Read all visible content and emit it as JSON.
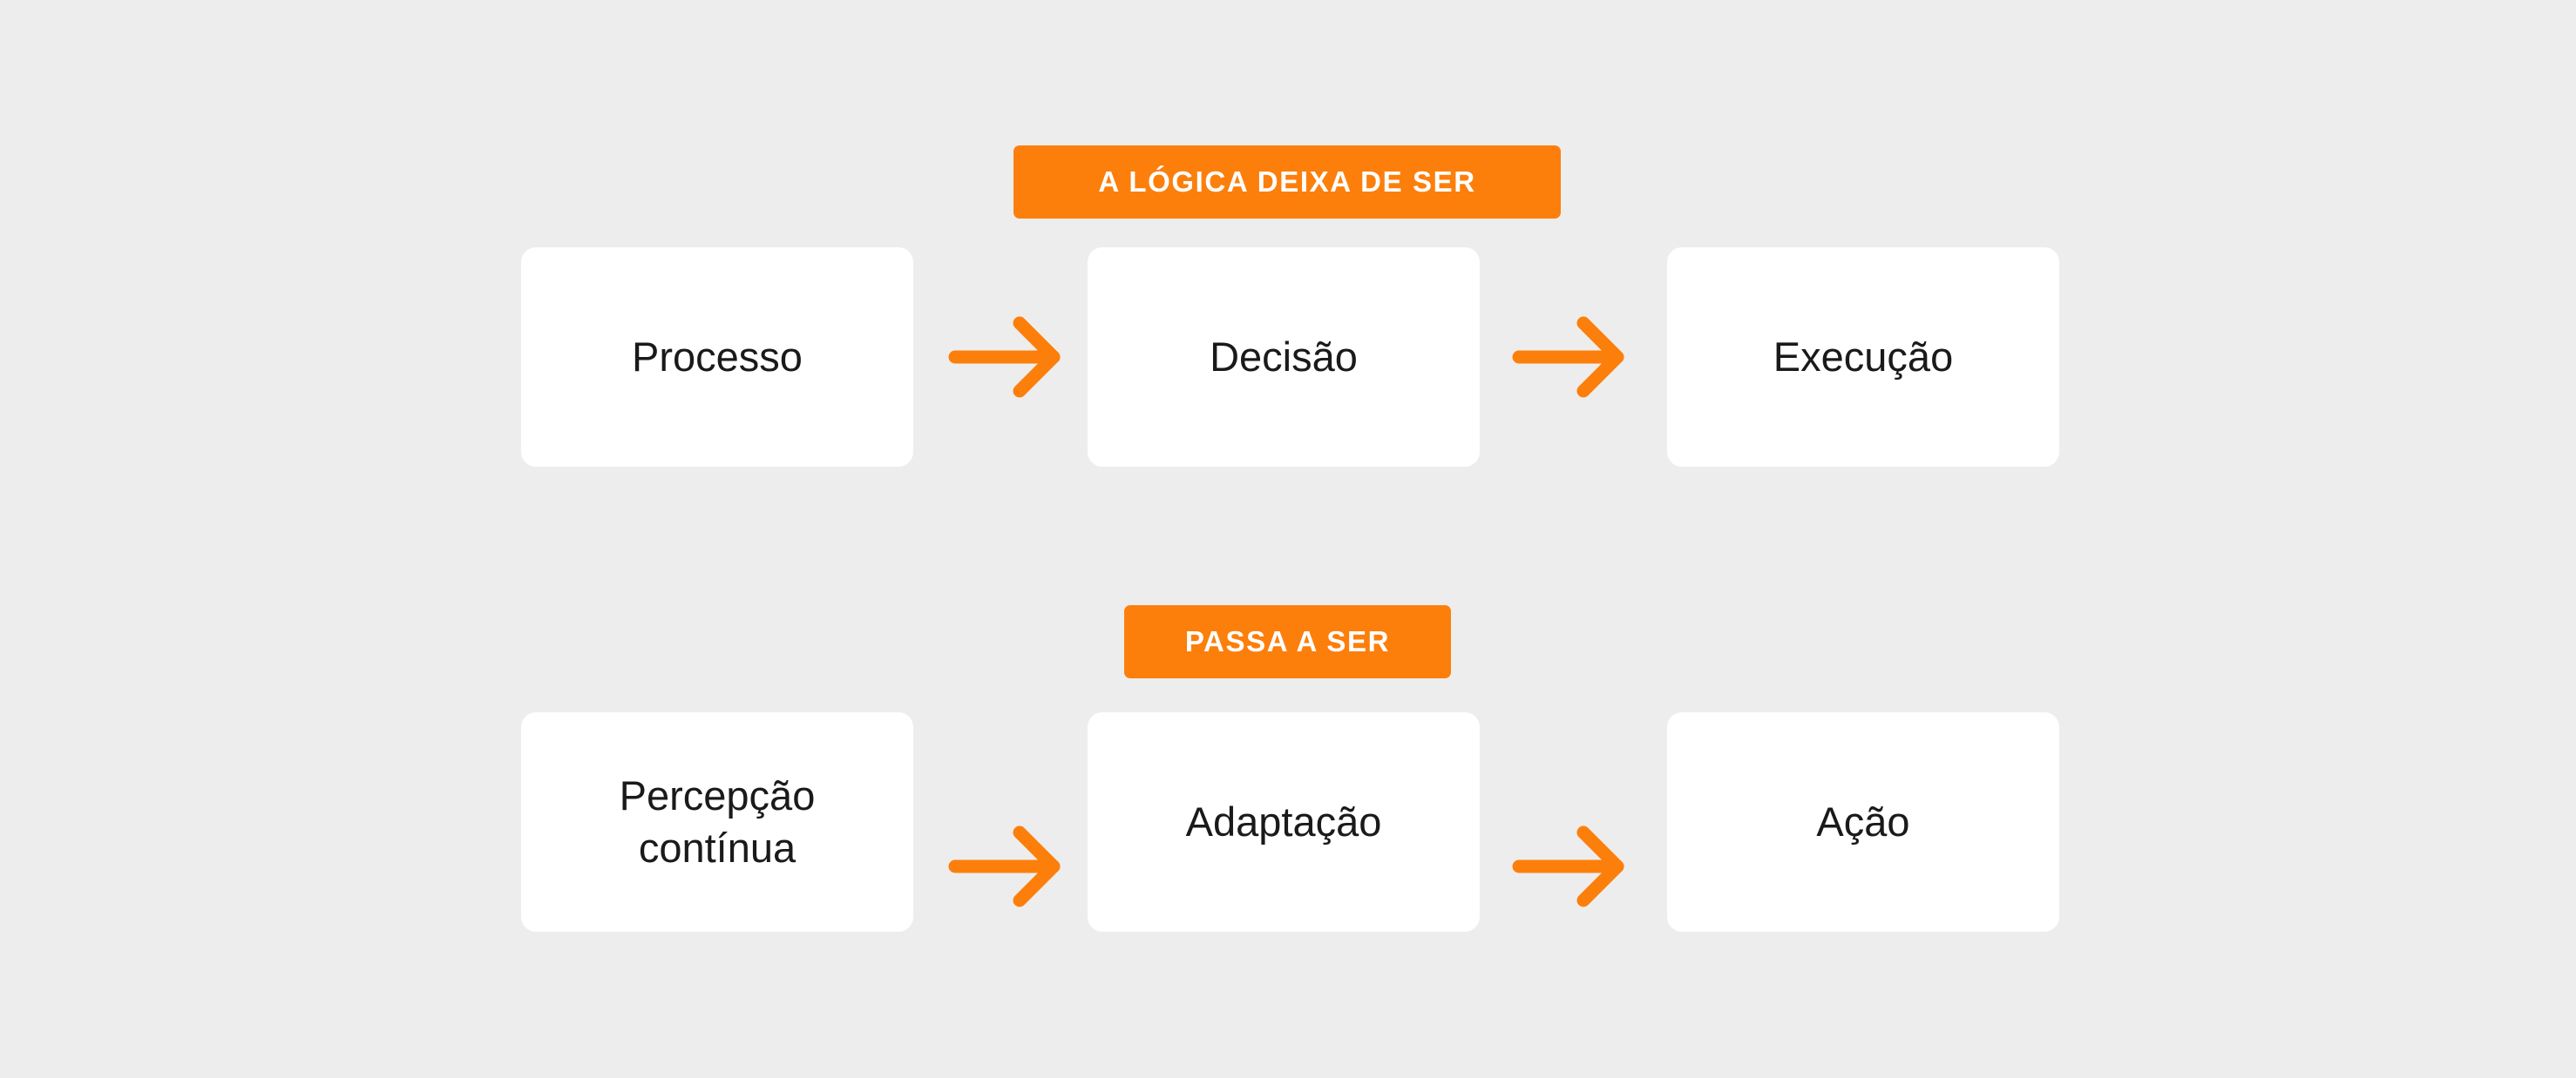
{
  "theme": {
    "background": "#ededed",
    "accent": "#fc7f0c",
    "card_background": "#ffffff",
    "card_text": "#1a1a1a",
    "badge_text": "#ffffff"
  },
  "sections": [
    {
      "id": "logica",
      "badge": "A LÓGICA DEIXA DE SER",
      "steps": [
        {
          "label": "Processo"
        },
        {
          "label": "Decisão"
        },
        {
          "label": "Execução"
        }
      ],
      "connectors": [
        {
          "icon": "arrow-right-icon"
        },
        {
          "icon": "arrow-right-icon"
        }
      ]
    },
    {
      "id": "passa",
      "badge": "PASSA A SER",
      "steps": [
        {
          "label": "Percepção\ncontínua"
        },
        {
          "label": "Adaptação"
        },
        {
          "label": "Ação"
        }
      ],
      "connectors": [
        {
          "icon": "arrow-right-icon"
        },
        {
          "icon": "arrow-right-icon"
        }
      ]
    }
  ]
}
